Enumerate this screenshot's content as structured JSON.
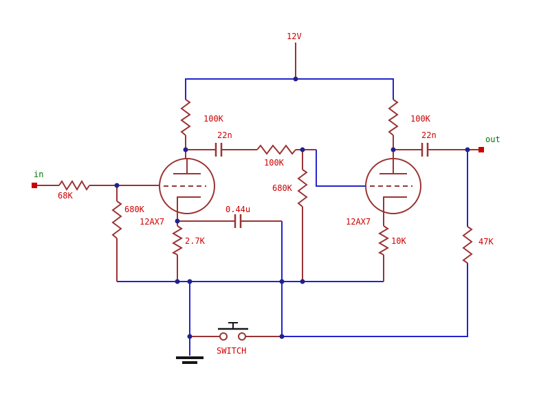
{
  "schematic": {
    "power_label": "12V",
    "input": {
      "label": "in"
    },
    "output": {
      "label": "out"
    },
    "switch": {
      "label": "SWITCH"
    },
    "tubes": {
      "left": "12AX7",
      "right": "12AX7"
    },
    "resistors": {
      "input_series": "68K",
      "input_gridleak": "680K",
      "plate_left": "100K",
      "cathode_left": "2.7K",
      "interstage": "100K",
      "gridleak_mid": "680K",
      "plate_right": "100K",
      "cathode_right": "10K",
      "output_load": "47K"
    },
    "capacitors": {
      "coupling_left": "22n",
      "cathode_bypass": "0.44u",
      "coupling_right": "22n"
    },
    "colors": {
      "wire_blue": "#2222cc",
      "component_red": "#993333",
      "label_red": "#cc0000",
      "io_green": "#007700",
      "junction_navy": "#22228b"
    }
  }
}
